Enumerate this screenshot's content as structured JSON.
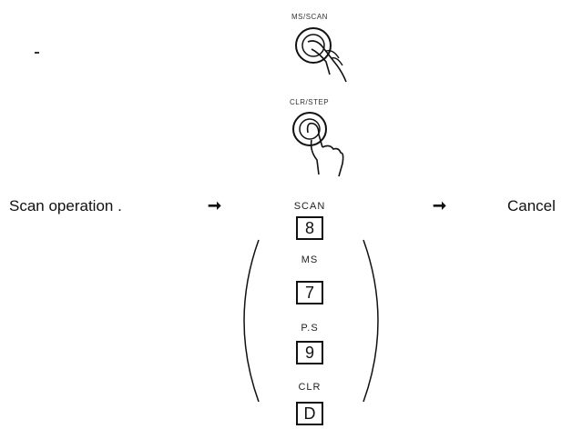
{
  "buttons": [
    {
      "label": "MS/SCAN"
    },
    {
      "label": "CLR/STEP"
    }
  ],
  "flow": {
    "left": "Scan operation .",
    "right": "Cancel"
  },
  "keys": [
    {
      "label": "SCAN",
      "key": "8"
    },
    {
      "label": "MS",
      "key": "7"
    },
    {
      "label": "P.S",
      "key": "9"
    },
    {
      "label": "CLR",
      "key": "D"
    }
  ]
}
